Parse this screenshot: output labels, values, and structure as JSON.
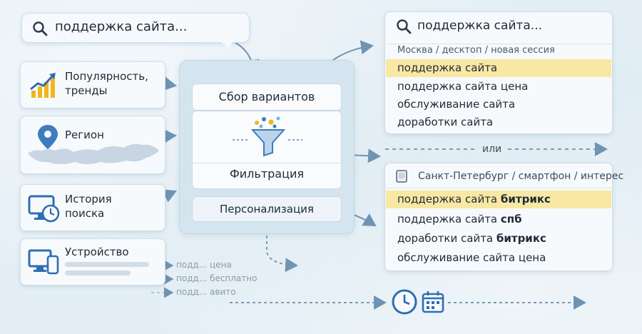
{
  "search": {
    "query": "поддержка сайта..."
  },
  "factors": [
    {
      "label_1": "Популярность,",
      "label_2": "тренды",
      "icon": "trend-chart-icon"
    },
    {
      "label_1": "Регион",
      "icon": "location-pin-icon"
    },
    {
      "label_1": "История",
      "label_2": "поиска",
      "icon": "monitor-clock-icon"
    },
    {
      "label_1": "Устройство",
      "icon": "devices-icon"
    }
  ],
  "process": {
    "collect": "Сбор вариантов",
    "filter": "Фильтрация",
    "personalize": "Персонализация"
  },
  "result_a": {
    "query": "поддержка сайта...",
    "context": "Москва / десктоп / новая сессия",
    "suggestions": [
      "поддержка сайта",
      "поддержка сайта цена",
      "обслуживание сайта",
      "доработки сайта"
    ],
    "highlighted_index": 0
  },
  "or_label": "или",
  "result_b": {
    "context": "Санкт-Петербург / смартфон / интерес",
    "suggestions": [
      {
        "base": "поддержка сайта ",
        "bold": "битрикс"
      },
      {
        "base": "поддержка сайта ",
        "bold": "спб"
      },
      {
        "base": "доработки сайта ",
        "bold": "битрикс"
      },
      {
        "base": "обслуживание сайта цена",
        "bold": ""
      }
    ],
    "highlighted_index": 0
  },
  "dropped": [
    "подд... цена",
    "подд... бесплатно",
    "подд... авито"
  ],
  "colors": {
    "highlight": "#f9e8a4",
    "arrow": "#6f94b3",
    "accent_blue": "#3d7dbf",
    "accent_yellow": "#f2b51d"
  }
}
